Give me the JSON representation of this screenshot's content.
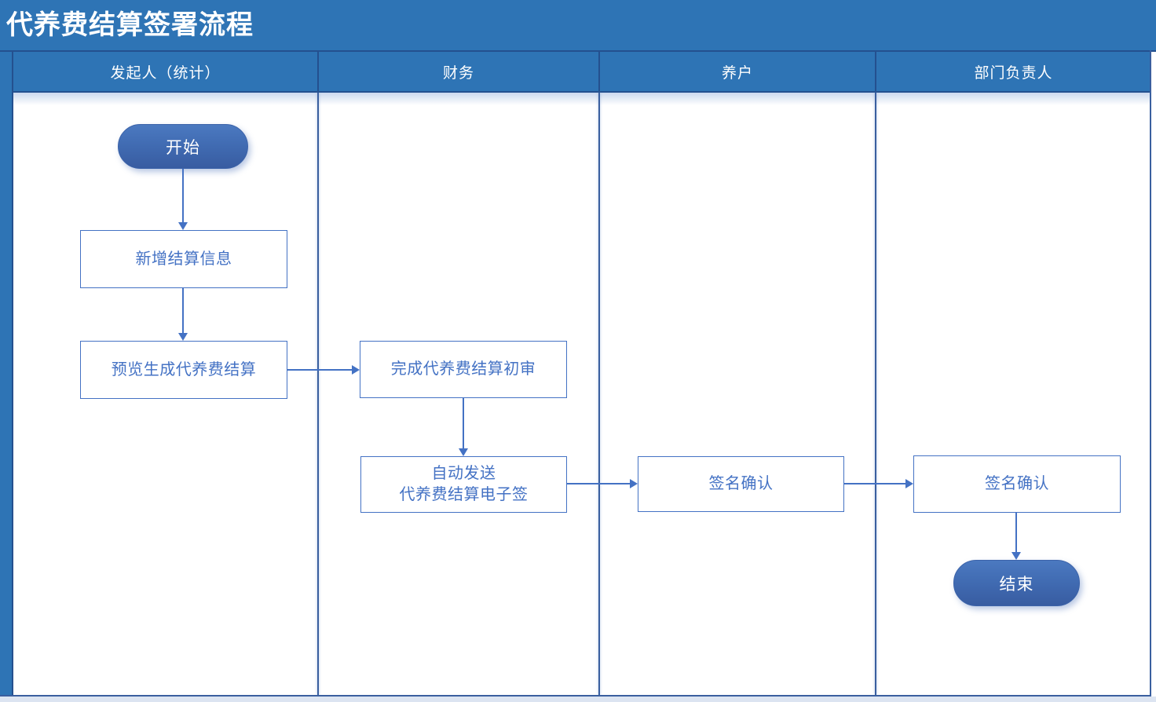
{
  "title": "代养费结算签署流程",
  "lanes": [
    {
      "label": "发起人（统计）"
    },
    {
      "label": "财务"
    },
    {
      "label": "养户"
    },
    {
      "label": "部门负责人"
    }
  ],
  "nodes": {
    "start": {
      "label": "开始",
      "type": "terminator",
      "lane": "发起人（统计）"
    },
    "add_settlement_info": {
      "label": "新增结算信息",
      "type": "process",
      "lane": "发起人（统计）"
    },
    "preview_generate_settlement": {
      "label": "预览生成代养费结算",
      "type": "process",
      "lane": "发起人（统计）"
    },
    "complete_first_review": {
      "label": "完成代养费结算初审",
      "type": "process",
      "lane": "财务"
    },
    "auto_send_esign": {
      "label": "自动发送\n代养费结算电子签",
      "type": "process",
      "lane": "财务"
    },
    "farmer_sign_confirm": {
      "label": "签名确认",
      "type": "process",
      "lane": "养户"
    },
    "department_sign_confirm": {
      "label": "签名确认",
      "type": "process",
      "lane": "部门负责人"
    },
    "end": {
      "label": "结束",
      "type": "terminator",
      "lane": "部门负责人"
    }
  },
  "edges": [
    {
      "from": "start",
      "to": "add_settlement_info",
      "direction": "down"
    },
    {
      "from": "add_settlement_info",
      "to": "preview_generate_settlement",
      "direction": "down"
    },
    {
      "from": "preview_generate_settlement",
      "to": "complete_first_review",
      "direction": "right"
    },
    {
      "from": "complete_first_review",
      "to": "auto_send_esign",
      "direction": "down"
    },
    {
      "from": "auto_send_esign",
      "to": "farmer_sign_confirm",
      "direction": "right"
    },
    {
      "from": "farmer_sign_confirm",
      "to": "department_sign_confirm",
      "direction": "right"
    },
    {
      "from": "department_sign_confirm",
      "to": "end",
      "direction": "down"
    }
  ],
  "colors": {
    "banner_blue": "#2e74b5",
    "banner_border": "#24508f",
    "lane_divider": "#3a5f9f",
    "node_border": "#4472c4",
    "node_text": "#4472c4",
    "arrow": "#4472c4",
    "terminator_top": "#4b79c0",
    "terminator_bottom": "#385ca1",
    "bottom_strip": "#dce4f1"
  }
}
